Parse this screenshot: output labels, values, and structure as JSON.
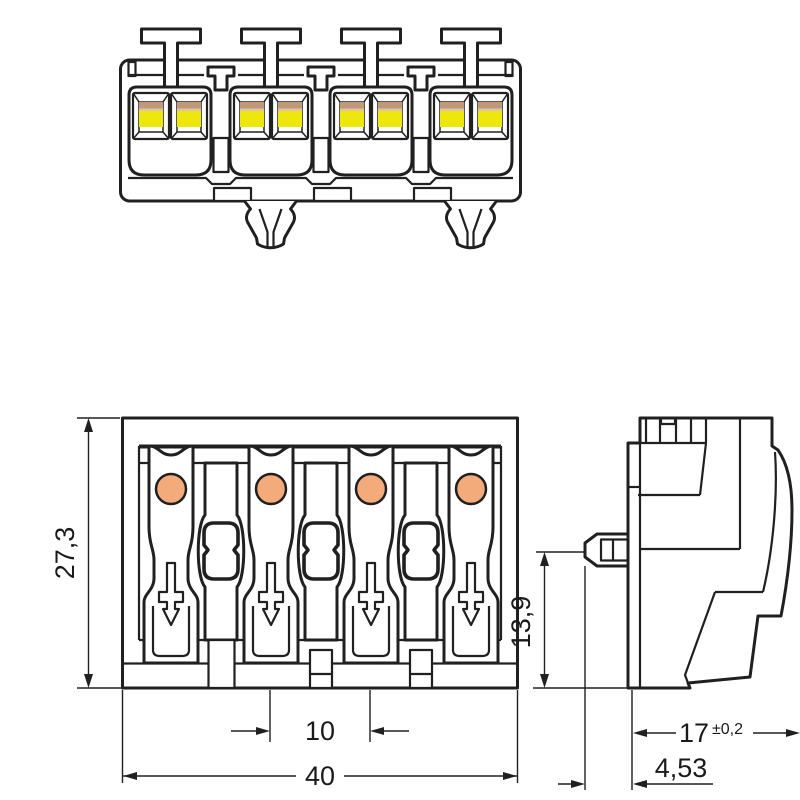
{
  "drawing": {
    "dimensions": {
      "front_height": "27,3",
      "pole_pitch": "10",
      "overall_width": "40",
      "foot_height": "13,9",
      "depth": "17",
      "depth_tolerance": "±0,2",
      "foot_offset": "4,53"
    },
    "colors": {
      "line": "#202020",
      "wire_entry_orange": "#F4AB7B",
      "button_yellow": "#EDE70B",
      "button_tan": "#C19878",
      "button_tan_light": "#DFC5A5",
      "background": "#FFFFFF"
    }
  }
}
